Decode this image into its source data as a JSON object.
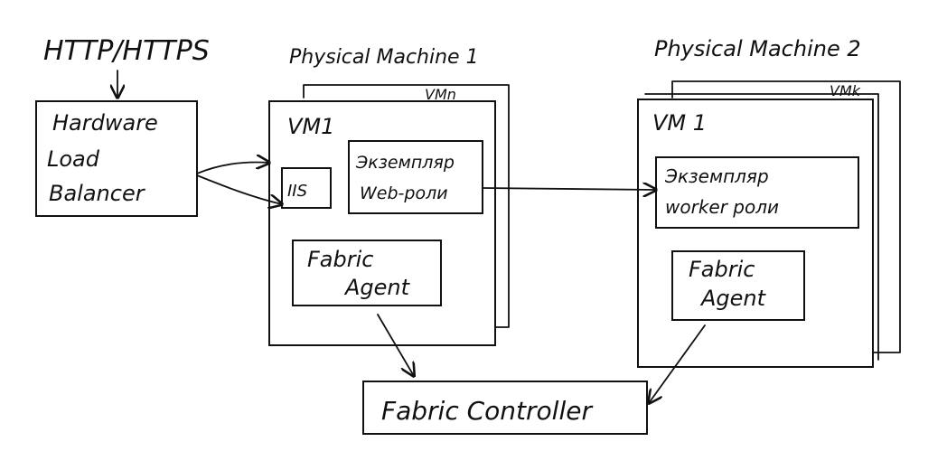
{
  "protocol_label": "HTTP/HTTPS",
  "load_balancer": {
    "lines": [
      "Hardware",
      "Load",
      "Balancer"
    ]
  },
  "machine1": {
    "title": "Physical Machine 1",
    "vm_back_label": "VMn",
    "vm_front_label": "VM1",
    "iis_label": "IIS",
    "role_lines": [
      "Экземпляр",
      "Web-роли"
    ],
    "agent_lines": [
      "Fabric",
      "Agent"
    ]
  },
  "machine2": {
    "title": "Physical Machine 2",
    "vm_back_label": "VMk",
    "vm_front_label": "VM 1",
    "role_lines": [
      "Экземпляр",
      "worker роли"
    ],
    "agent_lines": [
      "Fabric",
      "Agent"
    ]
  },
  "controller_label": "Fabric Controller"
}
